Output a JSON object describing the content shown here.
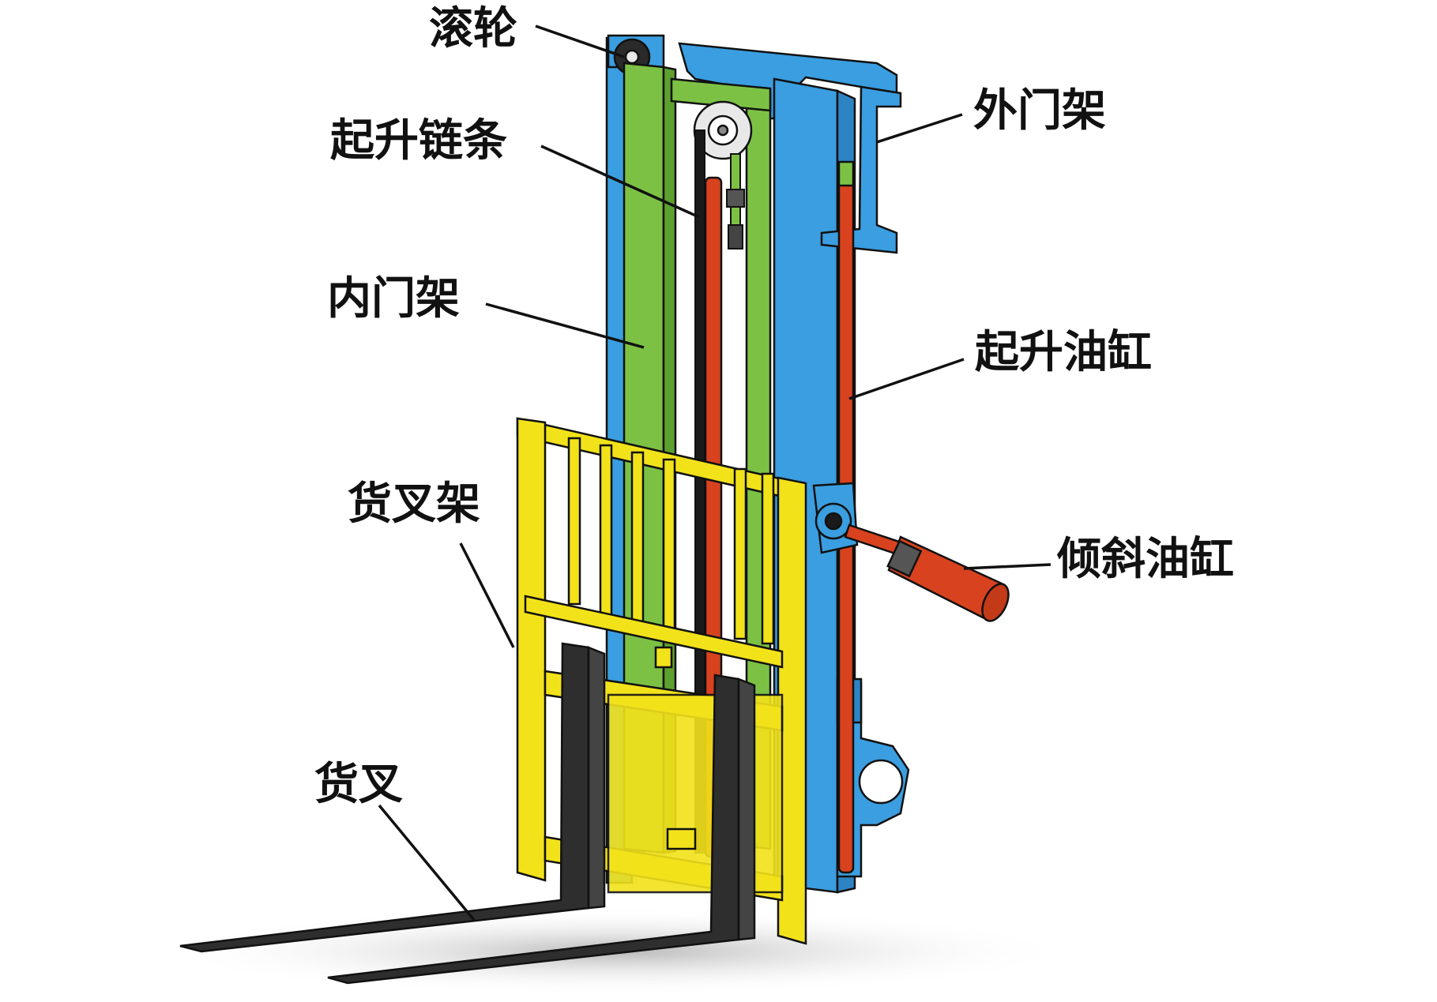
{
  "labels": {
    "roller": "滚轮",
    "lift_chain": "起升链条",
    "inner_mast": "内门架",
    "fork_carriage": "货叉架",
    "fork": "货叉",
    "outer_mast": "外门架",
    "lift_cylinder": "起升油缸",
    "tilt_cylinder": "倾斜油缸"
  },
  "colors": {
    "outer_mast": "#3a9ee0",
    "inner_mast": "#7cc144",
    "lift_cylinder": "#d8421e",
    "fork_carriage": "#f2e21a",
    "fork": "#2e2e2e",
    "chain": "#1a1a1a",
    "roller": "#e8e8e8",
    "outline": "#111111"
  }
}
